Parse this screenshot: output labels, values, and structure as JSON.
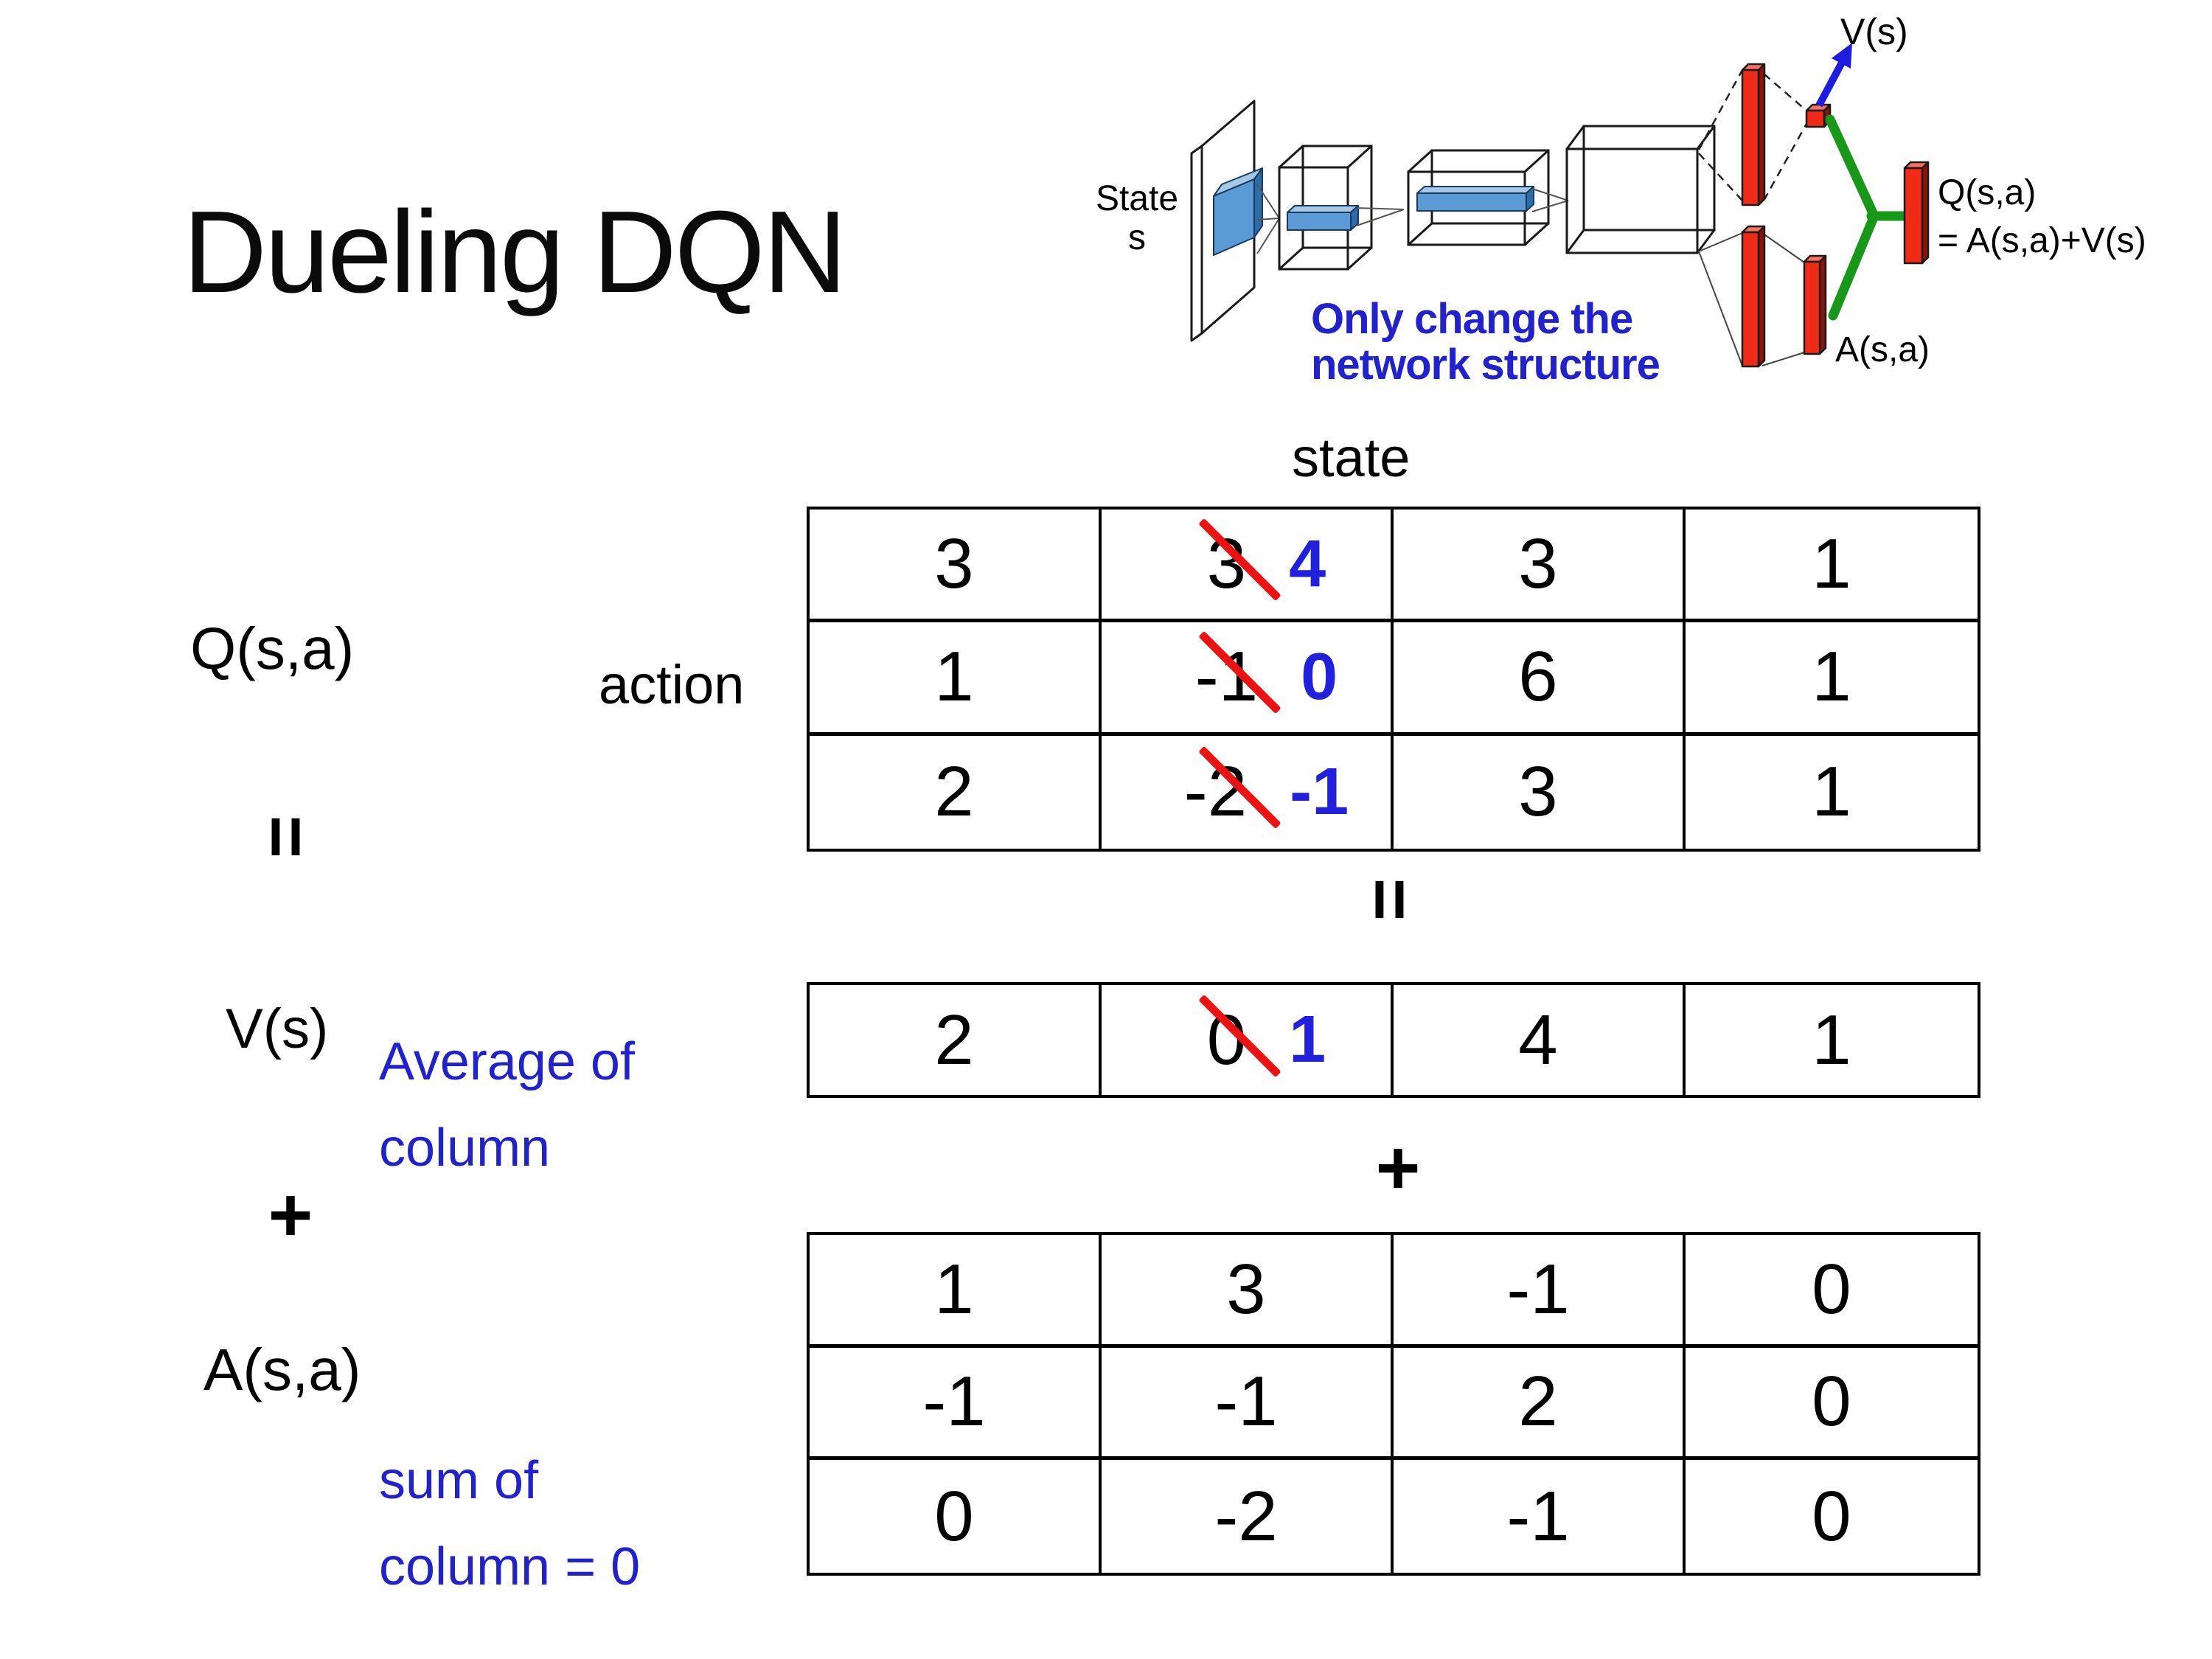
{
  "title": "Dueling DQN",
  "colors": {
    "blue_accent": "#2222CC",
    "blue_value": "#2020DD",
    "red_strike": "#EE1111",
    "red_bar": "#EF2B17",
    "green_connector": "#189818",
    "blue_layer": "#5B9BD5"
  },
  "diagram": {
    "state_label": [
      "State",
      "s"
    ],
    "note_lines": [
      "Only change the",
      "network structure"
    ],
    "v_output_label": "V(s)",
    "q_output_label": "Q(s,a)",
    "q_output_formula": "= A(s,a)+V(s)",
    "a_output_label": "A(s,a)"
  },
  "equation": {
    "q_label": "Q(s,a)",
    "equals": "=",
    "v_label": "V(s)",
    "plus": "+",
    "a_label": "A(s,a)",
    "avg_note_lines": [
      "Average of",
      "column"
    ],
    "sum_note_lines": [
      "sum of",
      "column = 0"
    ]
  },
  "matrix_labels": {
    "state": "state",
    "action": "action",
    "equals": "=",
    "plus": "+"
  },
  "tables": {
    "q": {
      "rows": [
        [
          "3",
          {
            "old": "3",
            "new": "4"
          },
          "3",
          "1"
        ],
        [
          "1",
          {
            "old": "-1",
            "new": "0"
          },
          "6",
          "1"
        ],
        [
          "2",
          {
            "old": "-2",
            "new": "-1"
          },
          "3",
          "1"
        ]
      ]
    },
    "v": {
      "rows": [
        [
          "2",
          {
            "old": "0",
            "new": "1"
          },
          "4",
          "1"
        ]
      ]
    },
    "a": {
      "rows": [
        [
          "1",
          "3",
          "-1",
          "0"
        ],
        [
          "-1",
          "-1",
          "2",
          "0"
        ],
        [
          "0",
          "-2",
          "-1",
          "0"
        ]
      ]
    }
  }
}
